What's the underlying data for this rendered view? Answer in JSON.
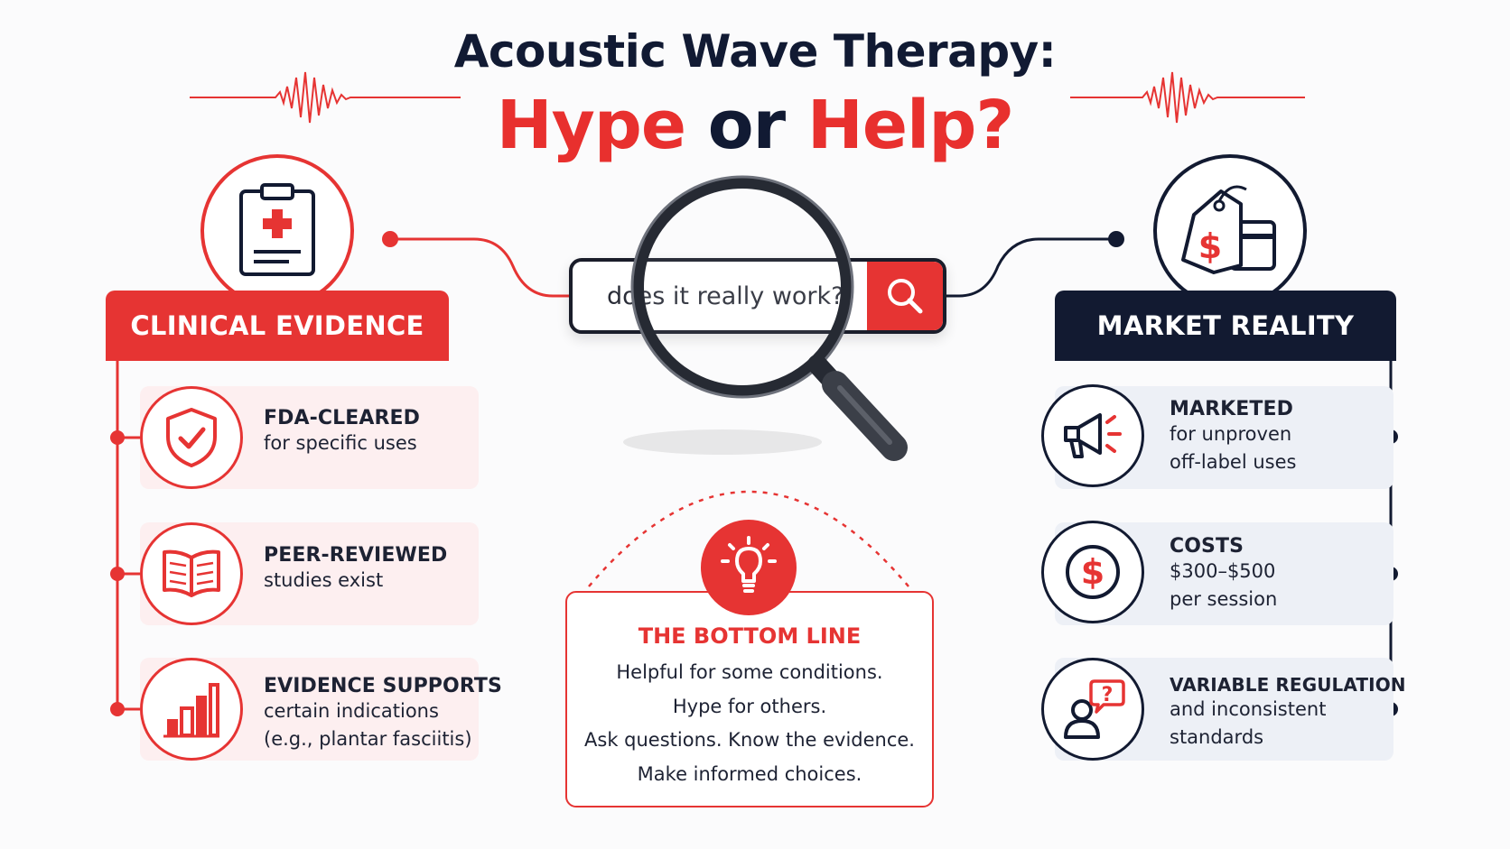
{
  "title": {
    "line1": "Acoustic Wave Therapy:",
    "hype": "Hype",
    "or": "or",
    "help": "Help?"
  },
  "search": {
    "query": "does it really work?"
  },
  "clinical": {
    "header": "CLINICAL EVIDENCE",
    "items": [
      {
        "icon": "shield-check-icon",
        "heading": "FDA-CLEARED",
        "body": [
          "for specific uses"
        ]
      },
      {
        "icon": "open-book-icon",
        "heading": "PEER-REVIEWED",
        "body": [
          "studies exist"
        ]
      },
      {
        "icon": "bar-chart-icon",
        "heading": "EVIDENCE SUPPORTS",
        "body": [
          "certain indications",
          "(e.g., plantar fasciitis)"
        ]
      }
    ]
  },
  "market": {
    "header": "MARKET REALITY",
    "items": [
      {
        "icon": "megaphone-icon",
        "heading": "MARKETED",
        "body": [
          "for unproven",
          "off-label uses"
        ]
      },
      {
        "icon": "dollar-circle-icon",
        "heading": "COSTS",
        "body": [
          "$300–$500",
          "per session"
        ]
      },
      {
        "icon": "person-question-icon",
        "heading": "VARIABLE REGULATION",
        "body": [
          "and inconsistent",
          "standards"
        ]
      }
    ]
  },
  "bottom_line": {
    "title": "THE BOTTOM LINE",
    "lines": [
      "Helpful for some conditions.",
      "Hype for others.",
      "Ask questions. Know the evidence.",
      "Make informed choices."
    ]
  },
  "colors": {
    "red": "#e63433",
    "navy": "#121a31",
    "pink_card": "#fdeff0",
    "gray_card": "#edf0f6"
  }
}
